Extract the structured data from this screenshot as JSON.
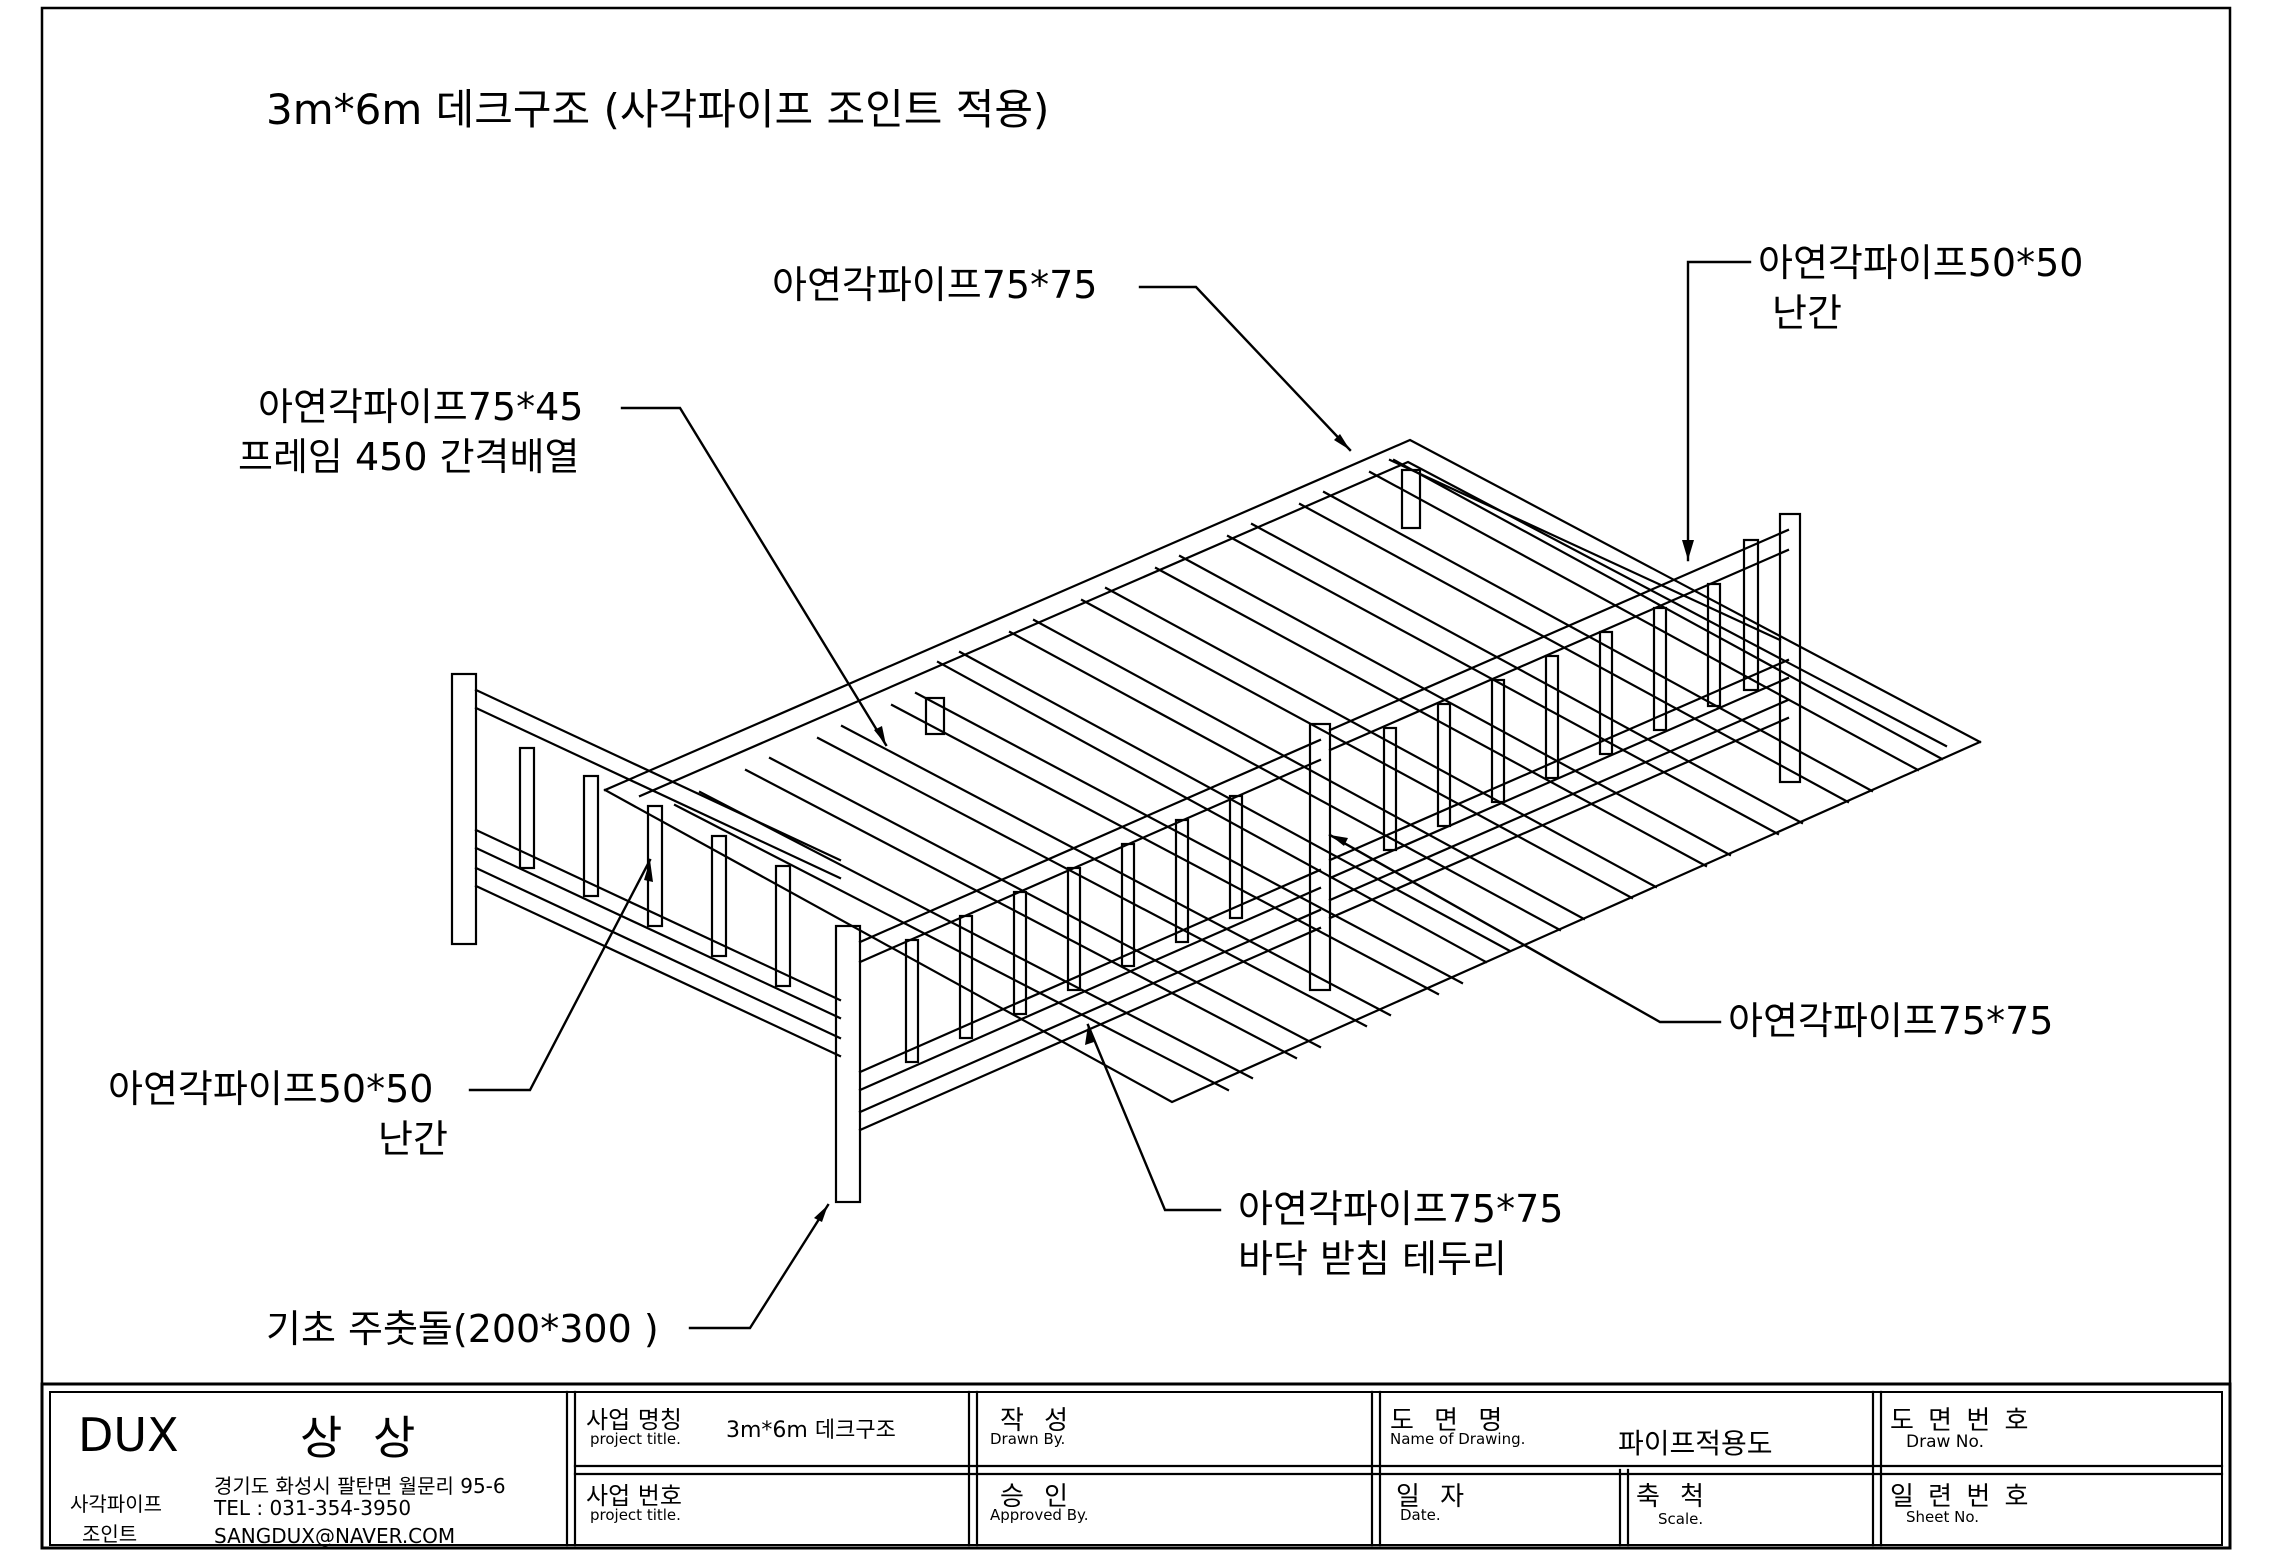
{
  "drawing": {
    "title": "3m*6m 데크구조 (사각파이프 조인트 적용)",
    "callouts": {
      "top_beam": "아연각파이프75*75",
      "rail_right_line1": "아연각파이프50*50",
      "rail_right_line2": "난간",
      "frame_line1": "아연각파이프75*45",
      "frame_line2": "프레임 450 간격배열",
      "side_beam": "아연각파이프75*75",
      "rail_left_line1": "아연각파이프50*50",
      "rail_left_line2": "난간",
      "floor_line1": "아연각파이프75*75",
      "floor_line2": "바닥 받침 테두리",
      "footing": "기초 주춧돌(200*300 )"
    }
  },
  "title_block": {
    "company": "DUX",
    "company_kr": "상 상",
    "brand_line1": "사각파이프",
    "brand_line2": "조인트",
    "address": "경기도 화성시 팔탄면 월문리 95-6",
    "tel": "TEL : 031-354-3950",
    "email": "SANGDUX@NAVER.COM",
    "project_name_label": "사업 명칭",
    "project_name_sub": "project title.",
    "project_name_value": "3m*6m 데크구조",
    "project_no_label": "사업 번호",
    "project_no_sub": "project title.",
    "drawn_label": "작 성",
    "drawn_sub": "Drawn By.",
    "approved_label": "승 인",
    "approved_sub": "Approved By.",
    "drawing_name_label": "도 면 명",
    "drawing_name_sub": "Name of Drawing.",
    "drawing_name_value": "파이프적용도",
    "date_label": "일 자",
    "date_sub": "Date.",
    "scale_label": "축 척",
    "scale_sub": "Scale.",
    "draw_no_label": "도 면 번 호",
    "draw_no_sub": "Draw No.",
    "sheet_no_label": "일 련 번 호",
    "sheet_no_sub": "Sheet No."
  }
}
